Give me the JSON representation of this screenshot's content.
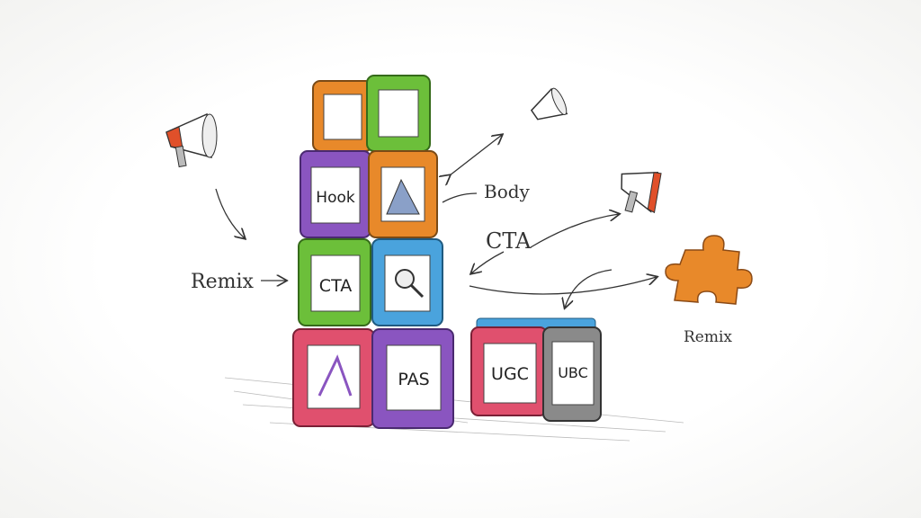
{
  "blocks": {
    "hook": "Hook",
    "cta": "CTA",
    "pas": "PAS",
    "ugc": "UGC",
    "ubc": "UBC"
  },
  "labels": {
    "body": "Body",
    "cta": "CTA",
    "remix_left": "Remix",
    "remix_right": "Remix"
  },
  "colors": {
    "orange": "#e8892a",
    "green": "#6cbf3a",
    "purple": "#8a55c0",
    "blue": "#4aa3dd",
    "pink": "#e0506e",
    "gray": "#8a8a8a",
    "megaphone_red": "#e0502a"
  },
  "icons": [
    "megaphone-icon",
    "puzzle-piece-icon",
    "magnifier-icon",
    "arrow-icon"
  ]
}
